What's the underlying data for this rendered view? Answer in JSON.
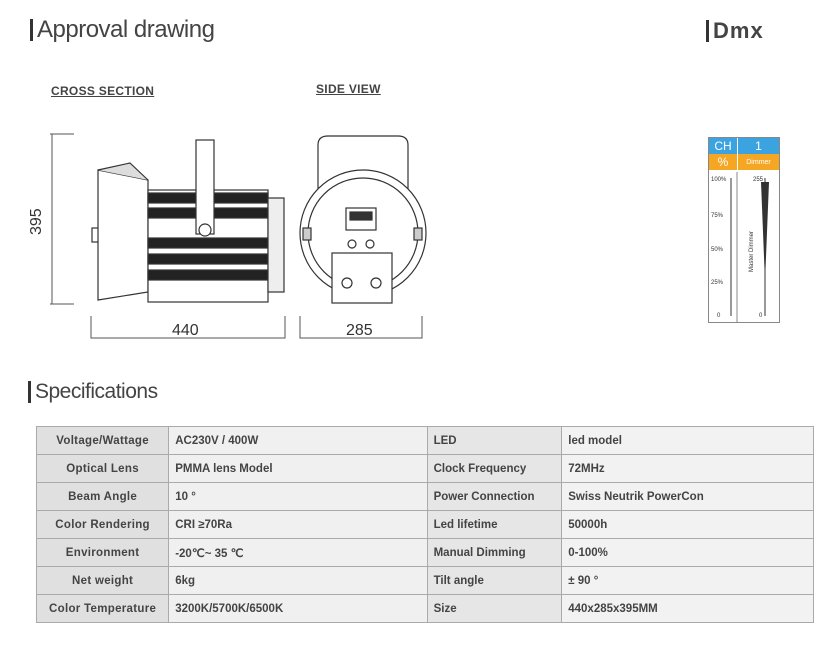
{
  "titles": {
    "approval": "Approval drawing",
    "dmx": "Dmx",
    "specifications": "Specifications"
  },
  "views": {
    "cross_section": "CROSS SECTION",
    "side_view": "SIDE VIEW"
  },
  "dimensions": {
    "height": "395",
    "width": "440",
    "depth": "285"
  },
  "dmx": {
    "ch_label": "CH",
    "ch_value": "1",
    "pct_label": "%",
    "function": "Dimmer",
    "left_ticks": [
      "100%",
      "75%",
      "50%",
      "25%",
      "0"
    ],
    "right_top": "255",
    "right_bottom": "0",
    "channel_name": "Master Dimmer"
  },
  "specs": [
    {
      "l1": "Voltage/Wattage",
      "v1": "AC230V / 400W",
      "l2": "LED",
      "v2": "led model"
    },
    {
      "l1": "Optical Lens",
      "v1": "PMMA lens Model",
      "l2": "Clock Frequency",
      "v2": "72MHz"
    },
    {
      "l1": "Beam Angle",
      "v1": "10 °",
      "l2": "Power Connection",
      "v2": "Swiss Neutrik PowerCon"
    },
    {
      "l1": "Color Rendering",
      "v1": "CRI ≥70Ra",
      "l2": "Led lifetime",
      "v2": "50000h"
    },
    {
      "l1": "Environment",
      "v1": "-20℃~ 35 ℃",
      "l2": "Manual Dimming",
      "v2": "0-100%"
    },
    {
      "l1": "Net weight",
      "v1": "6kg",
      "l2": "Tilt angle",
      "v2": "± 90 °"
    },
    {
      "l1": "Color Temperature",
      "v1": "3200K/5700K/6500K",
      "l2": "Size",
      "v2": "440x285x395MM"
    }
  ]
}
